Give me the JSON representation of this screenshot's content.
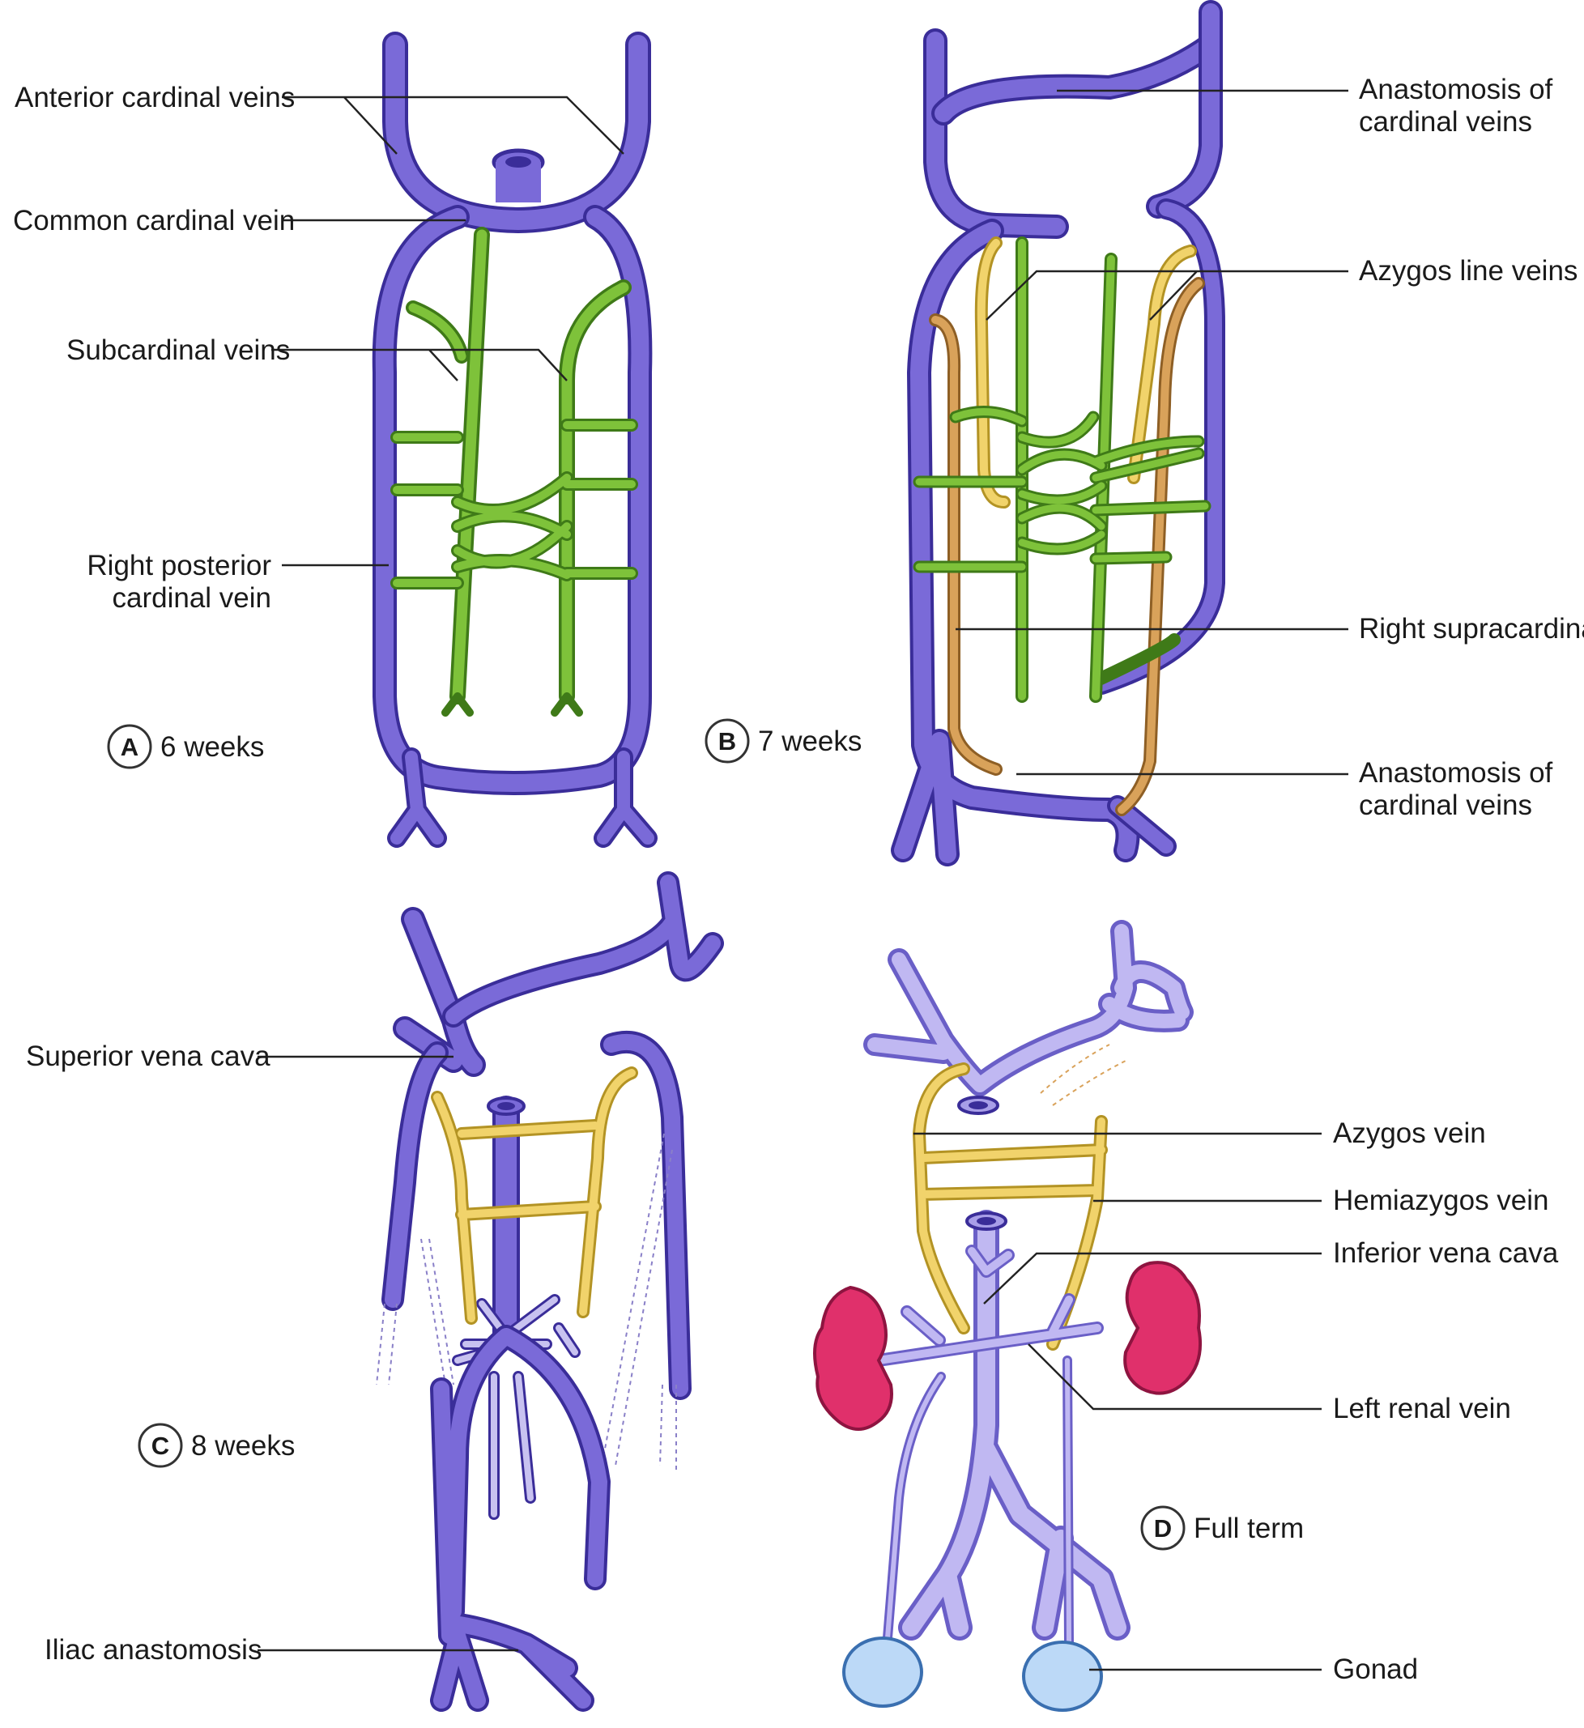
{
  "colors": {
    "cardinal_vein": "#7a6ad8",
    "cardinal_vein_outline": "#3a2d99",
    "subcardinal_vein": "#7ec23a",
    "subcardinal_outline": "#3f7a18",
    "azygos_line": "#f1d36b",
    "azygos_outline": "#b39324",
    "supracardinal": "#d9a25a",
    "supracardinal_outline": "#8e5f25",
    "kidney": "#e0306b",
    "gonad": "#bcd9f7",
    "leader_line": "#222222"
  },
  "panels": [
    {
      "letter": "A",
      "stage": "6 weeks"
    },
    {
      "letter": "B",
      "stage": "7 weeks"
    },
    {
      "letter": "C",
      "stage": "8 weeks"
    },
    {
      "letter": "D",
      "stage": "Full term"
    }
  ],
  "labels": {
    "a_anterior_cardinal": "Anterior cardinal veins",
    "a_common_cardinal": "Common cardinal vein",
    "a_subcardinal": "Subcardinal veins",
    "a_right_posterior_1": "Right posterior",
    "a_right_posterior_2": "cardinal vein",
    "b_anastomosis_top_1": "Anastomosis of",
    "b_anastomosis_top_2": "cardinal veins",
    "b_azygos_line": "Azygos line veins",
    "b_right_supracardinal": "Right supracardinal",
    "b_anastomosis_bottom_1": "Anastomosis of",
    "b_anastomosis_bottom_2": "cardinal veins",
    "c_superior_vena_cava": "Superior vena cava",
    "c_iliac_anastomosis": "Iliac anastomosis",
    "d_azygos_vein": "Azygos vein",
    "d_hemiazygos_vein": "Hemiazygos vein",
    "d_inferior_vena_cava": "Inferior vena cava",
    "d_left_renal_vein": "Left renal vein",
    "d_gonad": "Gonad"
  }
}
